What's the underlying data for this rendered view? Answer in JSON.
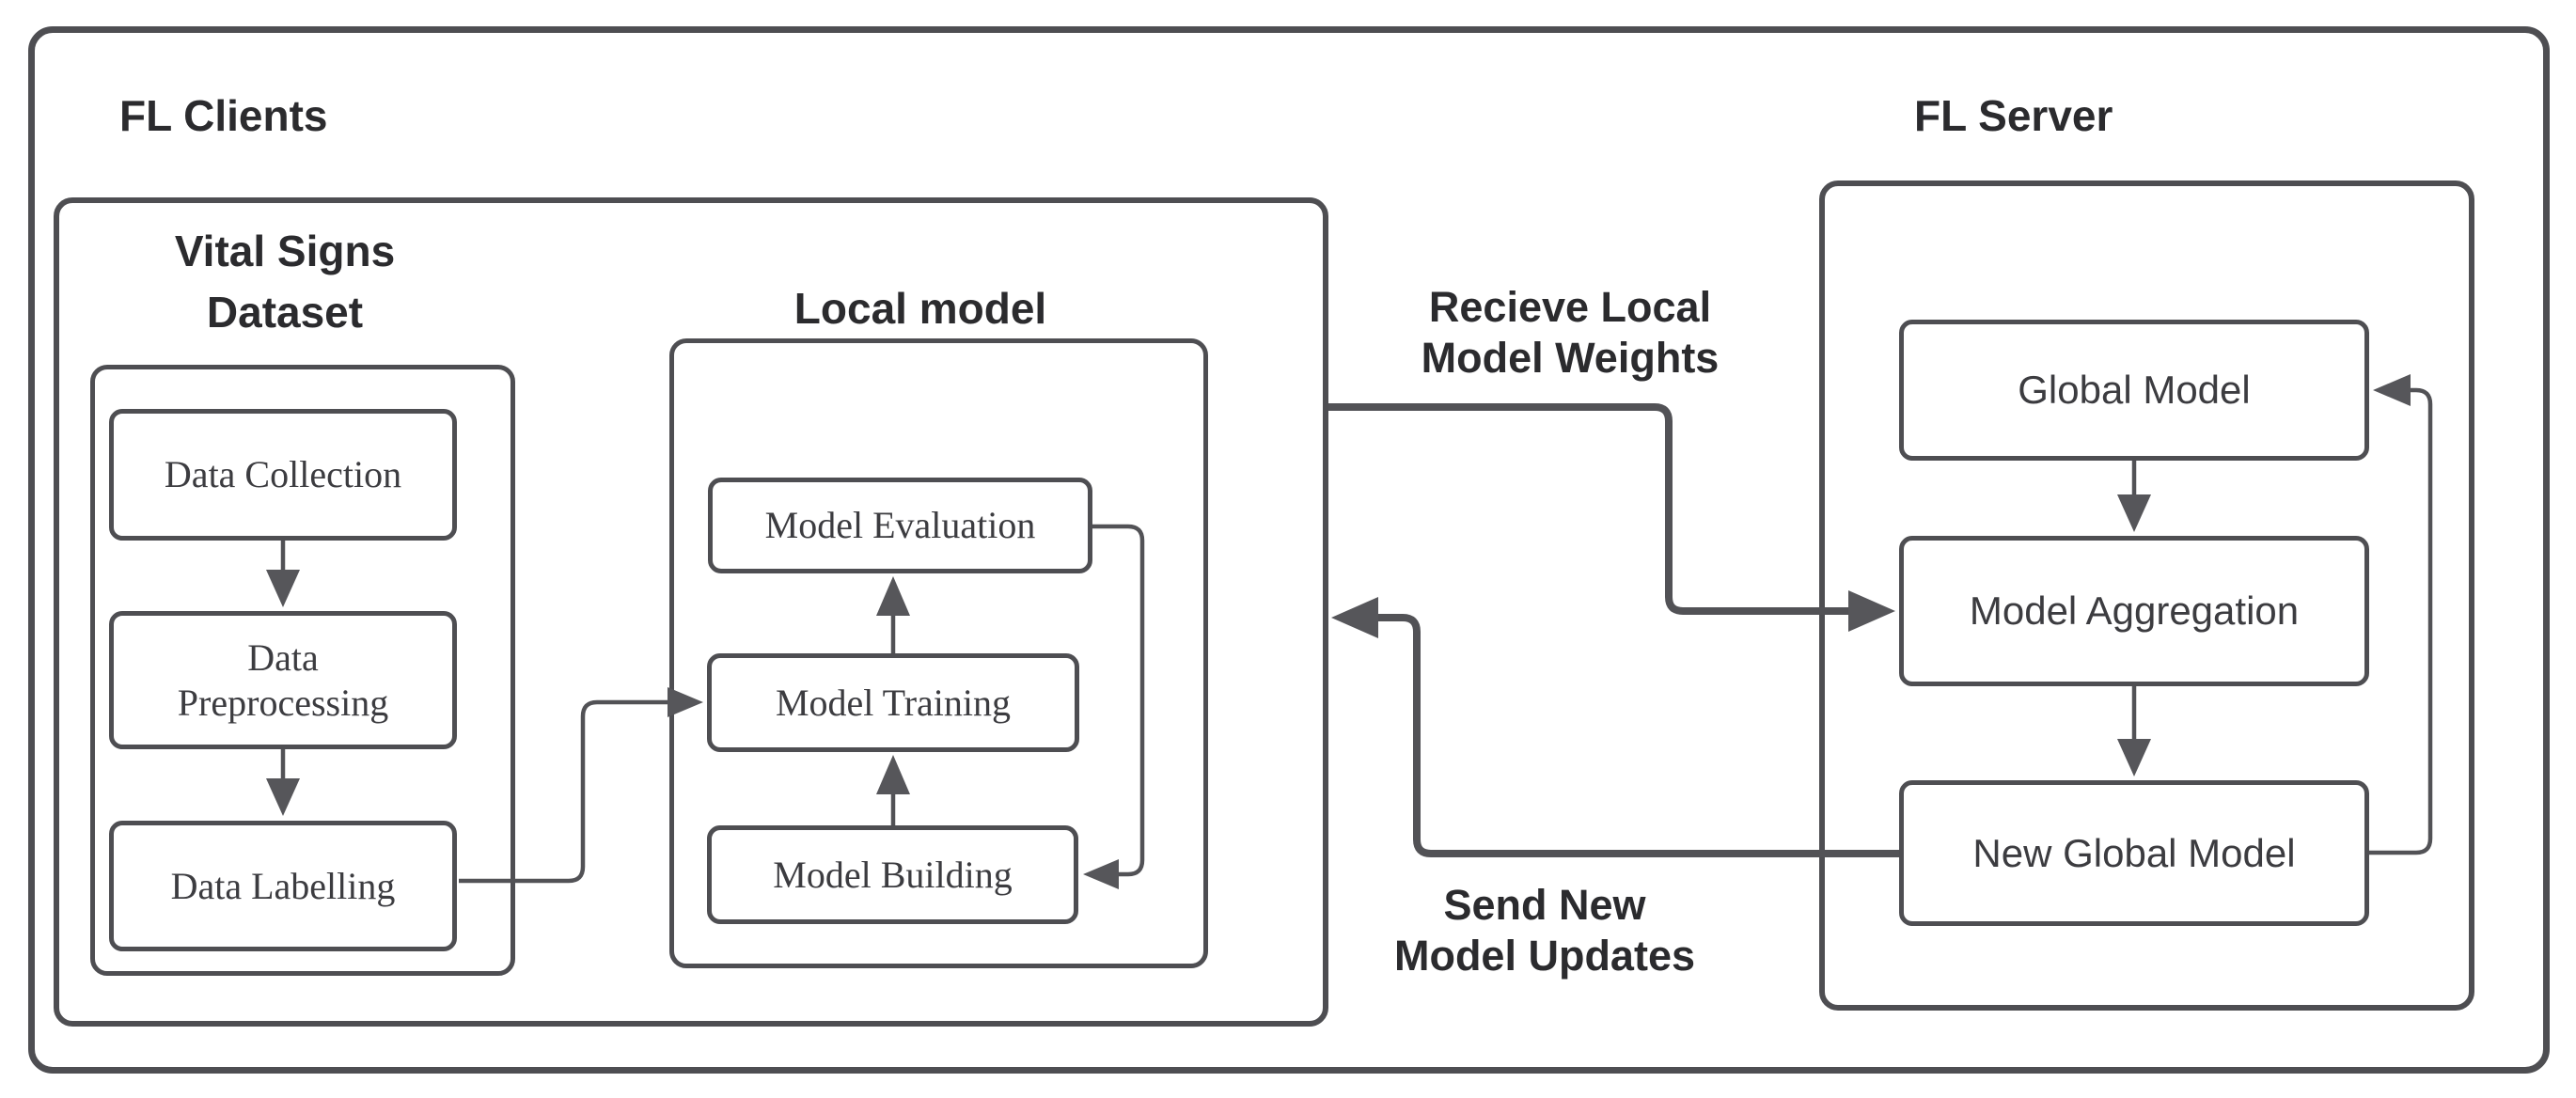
{
  "diagram": {
    "clients": {
      "title": "FL Clients",
      "dataset": {
        "title_line1": "Vital Signs",
        "title_line2": "Dataset",
        "nodes": [
          "Data Collection",
          "Data Preprocessing",
          "Data Labelling"
        ]
      },
      "local_model": {
        "title": "Local model",
        "nodes": [
          "Model Evaluation",
          "Model Training",
          "Model Building"
        ]
      }
    },
    "server": {
      "title": "FL Server",
      "nodes": [
        "Global Model",
        "Model Aggregation",
        "New Global Model"
      ]
    },
    "edges": {
      "receive": {
        "line1": "Recieve Local",
        "line2": "Model Weights"
      },
      "send": {
        "line1": "Send New",
        "line2": "Model Updates"
      }
    },
    "colors": {
      "border": "#4e4e52",
      "wire": "#525256",
      "arrowhead": "#56565a",
      "heading_text": "#2b2b2e",
      "node_text": "#3c3c40",
      "background": "#ffffff"
    }
  }
}
